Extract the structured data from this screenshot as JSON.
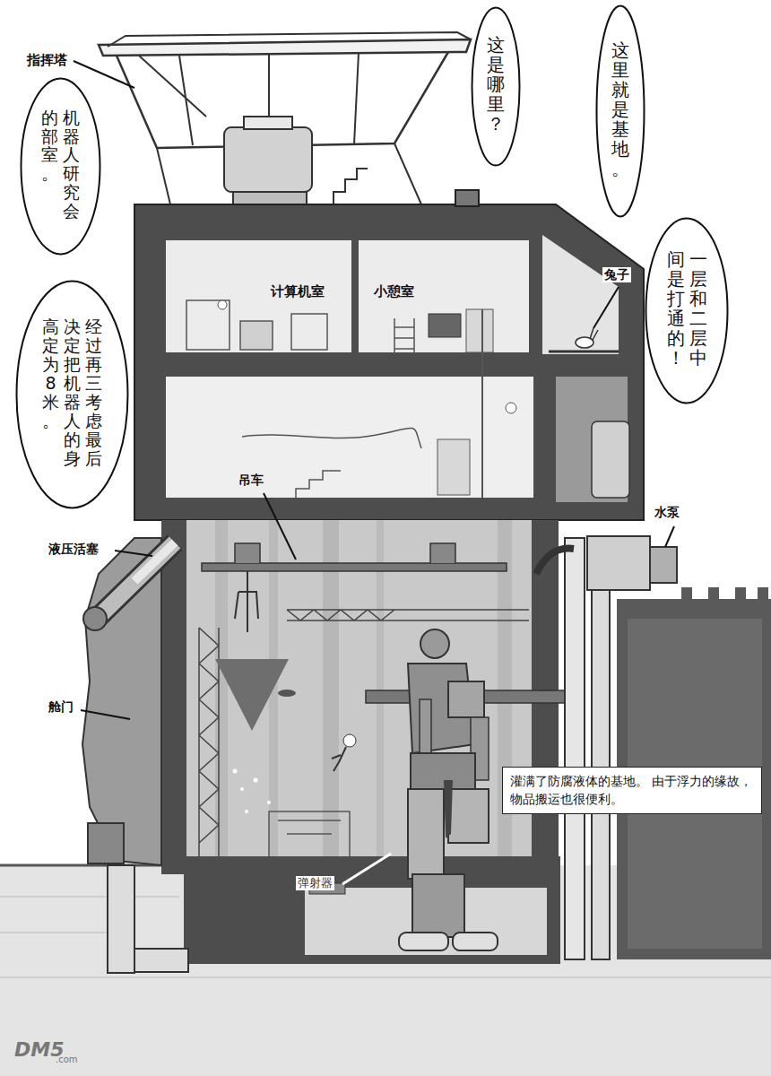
{
  "diagram": {
    "nodes": [
      {
        "text": [
          "这是哪里？"
        ]
      },
      {
        "text": [
          "这里就是基地。"
        ]
      },
      {
        "text": [
          "机器人研究会的部室。"
        ]
      },
      {
        "text": [
          "一层和二层中间是打通的！"
        ]
      },
      {
        "text": [
          "经过再三考虑最后决定把机器人的身高定为8米。"
        ]
      },
      {
        "text": [
          "灌满了防腐液体的基地。 由于浮力的缘故，物品搬运也很便利。"
        ]
      }
    ],
    "labels": [
      "指挥塔",
      "计算机室",
      "小憩室",
      "兔子",
      "吊车",
      "水泵",
      "液压活塞",
      "舱门",
      "弹射器",
      "DM5",
      ".com"
    ]
  }
}
